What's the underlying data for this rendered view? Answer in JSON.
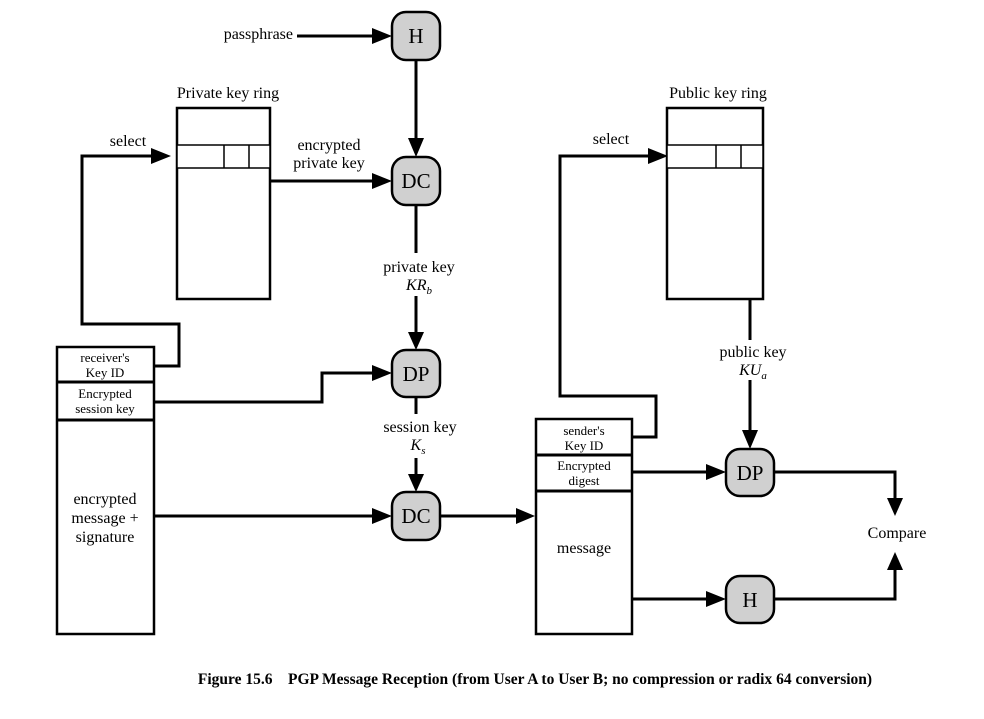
{
  "labels": {
    "passphrase": "passphrase",
    "private_key_ring": "Private key ring",
    "public_key_ring": "Public key ring",
    "select_left": "select",
    "select_right": "select",
    "encrypted_private_key_1": "encrypted",
    "encrypted_private_key_2": "private key",
    "private_key": "private key",
    "kr_main": "KR",
    "kr_sub": "b",
    "session_key": "session key",
    "ks_main": "K",
    "ks_sub": "s",
    "public_key": "public key",
    "ku_main": "KU",
    "ku_sub": "a",
    "compare": "Compare"
  },
  "nodes": {
    "h_top": "H",
    "dc_top": "DC",
    "dp_mid": "DP",
    "dc_bottom": "DC",
    "dp_right": "DP",
    "h_right": "H"
  },
  "left_message": {
    "receiver_key_id_1": "receiver's",
    "receiver_key_id_2": "Key ID",
    "enc_session_key_1": "Encrypted",
    "enc_session_key_2": "session key",
    "body_1": "encrypted",
    "body_2": "message +",
    "body_3": "signature"
  },
  "right_message": {
    "sender_key_id_1": "sender's",
    "sender_key_id_2": "Key ID",
    "enc_digest_1": "Encrypted",
    "enc_digest_2": "digest",
    "body": "message"
  },
  "caption": "Figure 15.6    PGP Message Reception (from User A to User B; no compression or radix 64 conversion)"
}
